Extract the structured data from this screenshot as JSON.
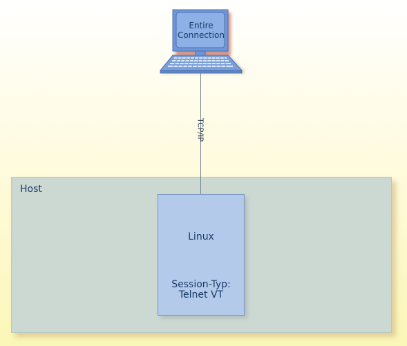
{
  "client": {
    "label_line1": "Entire",
    "label_line2": "Connection",
    "icon": "desktop-computer-icon"
  },
  "connection": {
    "protocol": "TCP/IP"
  },
  "host": {
    "label": "Host",
    "system": {
      "name": "Linux",
      "session_line1": "Session-Typ:",
      "session_line2": "Telnet VT"
    }
  },
  "colors": {
    "background_top": "#fffffe",
    "background_bottom": "#fbf7b8",
    "host_fill": "#ccd9d3",
    "linux_fill": "#b3caeb",
    "computer_fill": "#6e96d8",
    "text": "#1a3a66"
  }
}
